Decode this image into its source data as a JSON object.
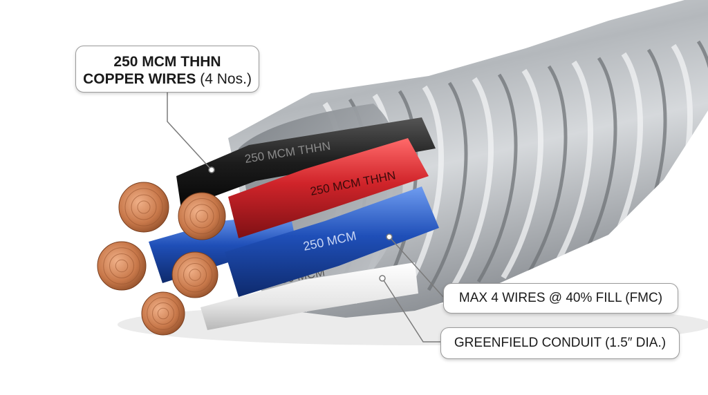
{
  "callouts": {
    "wires": {
      "title": "250 MCM THHN",
      "line2_bold": "COPPER WIRES",
      "line2_rest": " (4 Nos.)"
    },
    "fill": "MAX 4 WIRES @ 40% FILL (FMC)",
    "conduit": "GREENFIELD CONDUIT (1.5″ DIA.)"
  },
  "wire_labels": {
    "black": "250 MCM THHN",
    "red": "250 MCM THHN",
    "blue": "250 MCM",
    "white": "250 MCM"
  },
  "colors": {
    "wire_black": "#1c1c1c",
    "wire_red": "#d0242a",
    "wire_blue": "#1f4fb8",
    "wire_white": "#eeeeee",
    "copper": "#c8784a",
    "conduit": "#b9bcc0"
  }
}
